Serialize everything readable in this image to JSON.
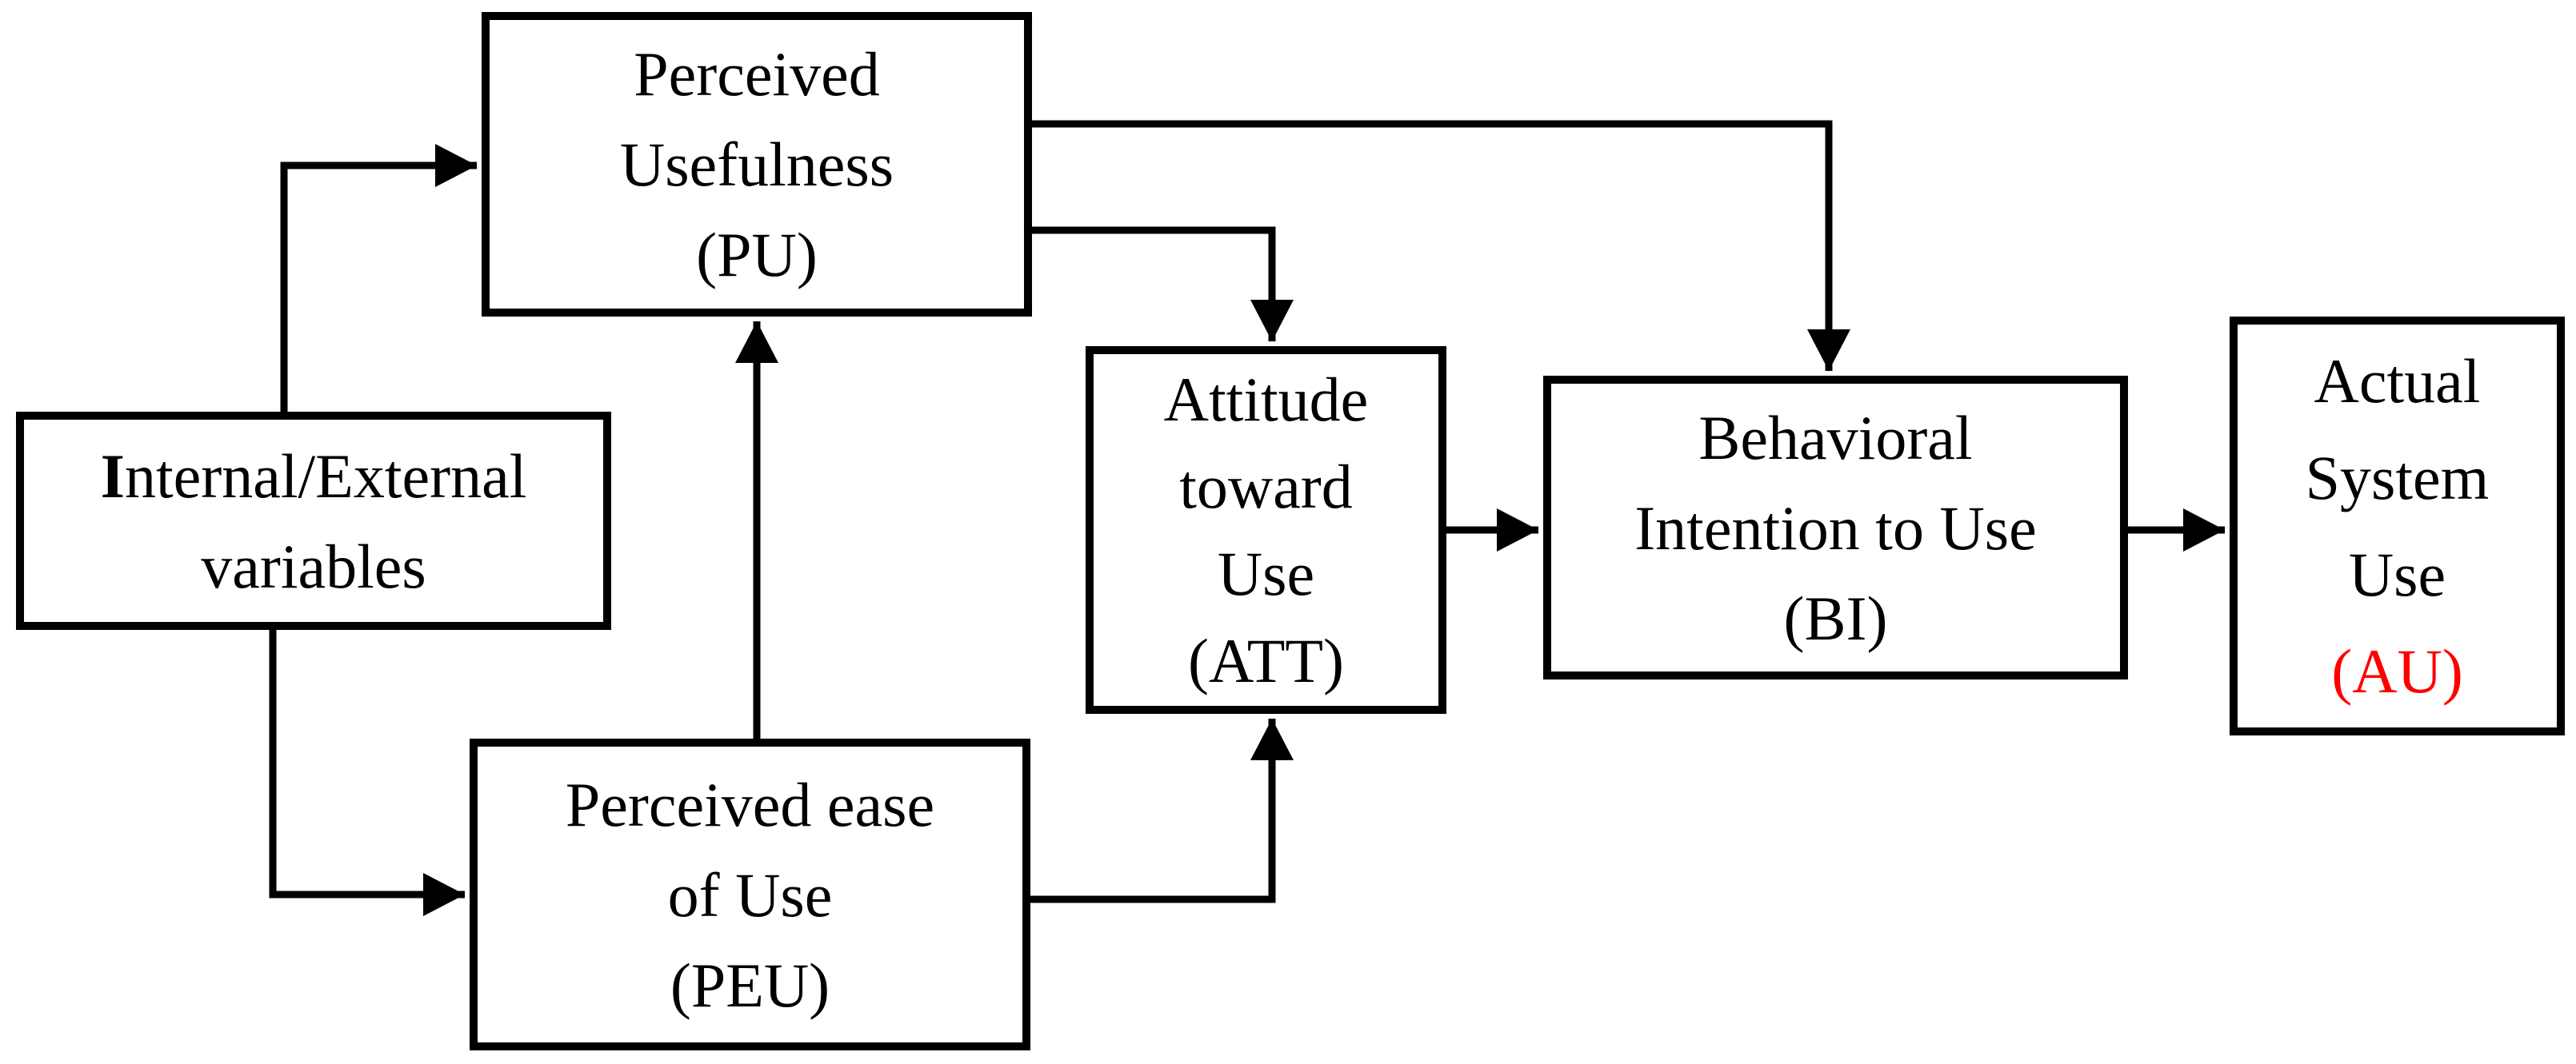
{
  "boxes": {
    "internal_external": {
      "lines": [
        "Internal/External",
        "variables"
      ]
    },
    "perceived_usefulness": {
      "lines": [
        "Perceived",
        "Usefulness",
        "(PU)"
      ]
    },
    "perceived_ease_of_use": {
      "lines": [
        "Perceived ease",
        "of Use",
        "(PEU)"
      ]
    },
    "attitude_toward_use": {
      "lines": [
        "Attitude",
        "toward",
        "Use",
        "(ATT)"
      ]
    },
    "behavioral_intention": {
      "lines": [
        "Behavioral",
        "Intention to Use",
        "(BI)"
      ]
    },
    "actual_system_use": {
      "lines": [
        "Actual",
        "System",
        "Use",
        "(AU)"
      ]
    }
  },
  "arrows": [
    {
      "from": "internal_external",
      "to": "perceived_usefulness"
    },
    {
      "from": "internal_external",
      "to": "perceived_ease_of_use"
    },
    {
      "from": "perceived_ease_of_use",
      "to": "perceived_usefulness"
    },
    {
      "from": "perceived_usefulness",
      "to": "attitude_toward_use"
    },
    {
      "from": "perceived_usefulness",
      "to": "behavioral_intention"
    },
    {
      "from": "perceived_ease_of_use",
      "to": "attitude_toward_use"
    },
    {
      "from": "attitude_toward_use",
      "to": "behavioral_intention"
    },
    {
      "from": "behavioral_intention",
      "to": "actual_system_use"
    }
  ],
  "colors": {
    "line": "#000000",
    "text": "#000000",
    "au_code_red": "#ff0000",
    "background": "#ffffff"
  }
}
